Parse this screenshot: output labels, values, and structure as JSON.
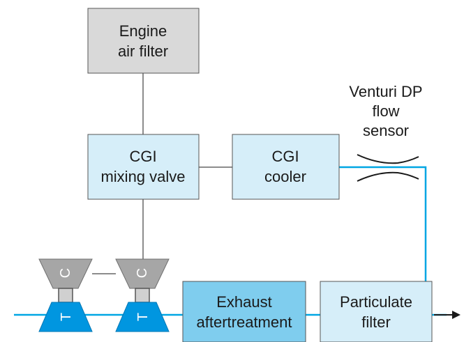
{
  "boxes": {
    "air_filter": {
      "line1": "Engine",
      "line2": "air filter"
    },
    "mixing_valve": {
      "line1": "CGI",
      "line2": "mixing valve"
    },
    "cooler": {
      "line1": "CGI",
      "line2": "cooler"
    },
    "exhaust": {
      "line1": "Exhaust",
      "line2": "aftertreatment"
    },
    "particulate": {
      "line1": "Particulate",
      "line2": "filter"
    }
  },
  "sensor": {
    "line1": "Venturi DP",
    "line2": "flow",
    "line3": "sensor"
  },
  "turbochargers": [
    {
      "compressor_label": "C",
      "turbine_label": "T"
    },
    {
      "compressor_label": "C",
      "turbine_label": "T"
    }
  ],
  "colors": {
    "gray_box": "#d9d9d9",
    "light_blue_box": "#d6eef9",
    "medium_blue_box": "#7fcdee",
    "exhaust_line": "#00a6e3",
    "air_line": "#8c8c8c",
    "turbine": "#0096e0",
    "compressor": "#a6a6a6"
  }
}
